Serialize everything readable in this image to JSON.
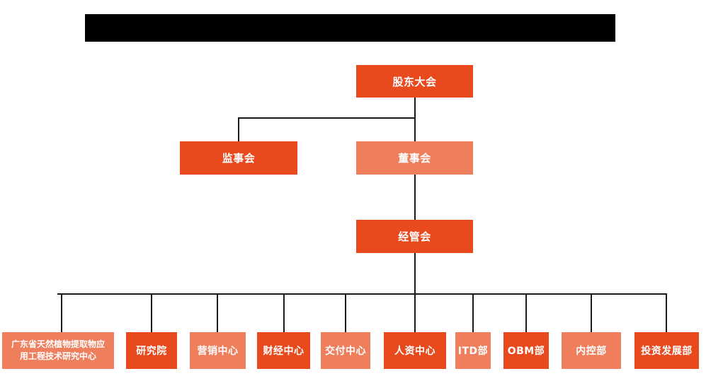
{
  "colors": {
    "primary_orange": "#E8491D",
    "secondary_salmon": "#EE7E5C",
    "connector_line": "#1a1a1a",
    "node_text": "#ffffff",
    "redaction_bar": "#000000",
    "background": "#ffffff"
  },
  "org_chart": {
    "root": {
      "label": "股东大会",
      "variant": "primary"
    },
    "level2": [
      {
        "label": "监事会",
        "variant": "primary"
      },
      {
        "label": "董事会",
        "variant": "secondary"
      }
    ],
    "level3": {
      "label": "经管会",
      "variant": "primary"
    },
    "departments": [
      {
        "label": "广东省天然植物提取物应用工程技术研究中心",
        "variant": "secondary"
      },
      {
        "label": "研究院",
        "variant": "primary"
      },
      {
        "label": "营销中心",
        "variant": "secondary"
      },
      {
        "label": "财经中心",
        "variant": "primary"
      },
      {
        "label": "交付中心",
        "variant": "secondary"
      },
      {
        "label": "人资中心",
        "variant": "primary"
      },
      {
        "label": "ITD部",
        "variant": "secondary"
      },
      {
        "label": "OBM部",
        "variant": "primary"
      },
      {
        "label": "内控部",
        "variant": "secondary"
      },
      {
        "label": "投资发展部",
        "variant": "primary"
      }
    ]
  }
}
